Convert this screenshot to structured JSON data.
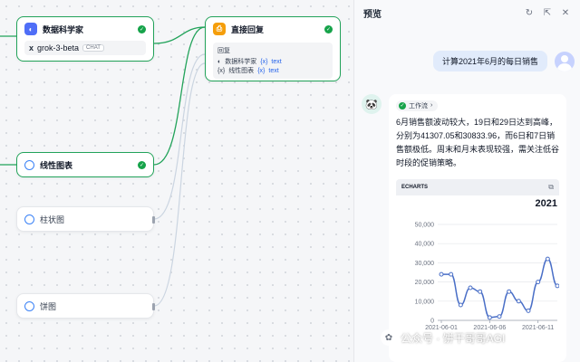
{
  "canvas": {
    "nodes": {
      "data_scientist": {
        "title": "数据科学家",
        "model": "grok-3-beta",
        "model_tag": "CHAT"
      },
      "direct_reply": {
        "title": "直接回复",
        "label": "回复",
        "lines": [
          {
            "source": "数据科学家",
            "var": "text"
          },
          {
            "source": "线性图表",
            "var": "text"
          }
        ]
      },
      "line_chart": {
        "title": "线性图表"
      },
      "bar_chart": {
        "title": "柱状图"
      },
      "pie_chart": {
        "title": "饼图"
      }
    }
  },
  "preview": {
    "title": "预览",
    "user_message": "计算2021年6月的每日销售",
    "workflow_label": "工作流",
    "answer": "6月销售额波动较大，19日和29日达到高峰，分别为41307.05和30833.96，而6日和7日销售额极低。周末和月末表现较强，需关注低谷时段的促销策略。",
    "echarts_label": "ECHARTS"
  },
  "chart_data": {
    "type": "line",
    "title": "2021",
    "x": [
      "2021-06-01",
      "2021-06-02",
      "2021-06-03",
      "2021-06-04",
      "2021-06-05",
      "2021-06-06",
      "2021-06-07",
      "2021-06-08",
      "2021-06-09",
      "2021-06-10",
      "2021-06-11",
      "2021-06-12",
      "2021-06-13"
    ],
    "x_tick_labels": [
      "2021-06-01",
      "2021-06-06",
      "2021-06-11"
    ],
    "series": [
      {
        "values": [
          24000,
          24000,
          8000,
          17000,
          15000,
          1500,
          2000,
          15000,
          10000,
          5000,
          20000,
          32000,
          18000
        ]
      }
    ],
    "ylim": [
      0,
      50000
    ],
    "y_ticks": [
      "0",
      "10,000",
      "20,000",
      "30,000",
      "40,000",
      "50,000"
    ],
    "color": "#4a6fc7",
    "grid": true
  },
  "watermark": {
    "text": "公众号 · 饼干哥哥AGI"
  },
  "colors": {
    "accent_green": "#22a35a",
    "accent_blue": "#4f6ef7",
    "reply_orange": "#f59e0b"
  }
}
